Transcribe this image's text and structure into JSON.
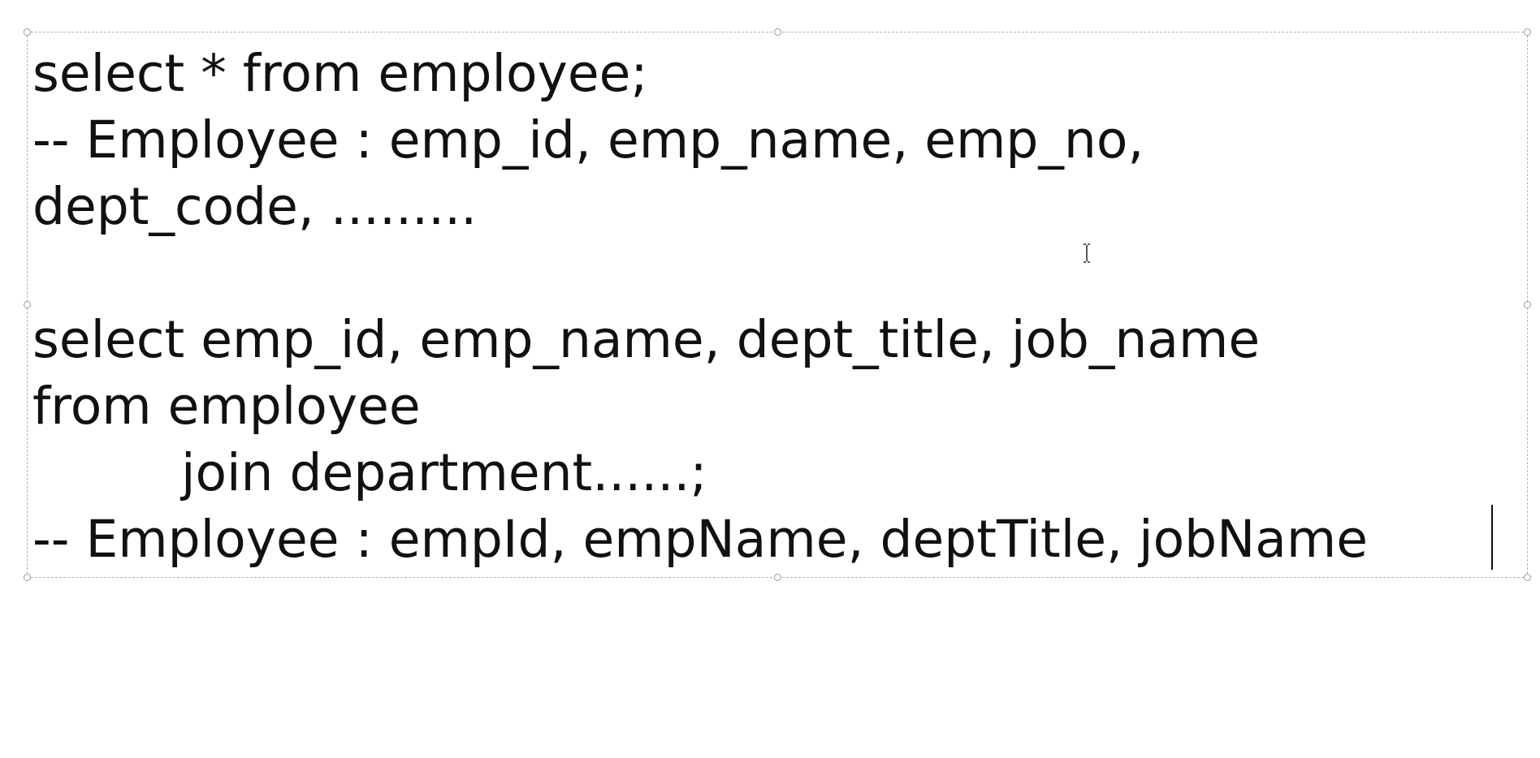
{
  "editor": {
    "lines": [
      "select * from employee;",
      "-- Employee : emp_id, emp_name, emp_no,",
      "dept_code, .........",
      "",
      "select emp_id, emp_name, dept_title, job_name",
      "from employee",
      "join department......;",
      "-- Employee : empId, empName, deptTitle, jobName"
    ]
  },
  "cursor": {
    "icon": "text-ibeam-icon"
  }
}
